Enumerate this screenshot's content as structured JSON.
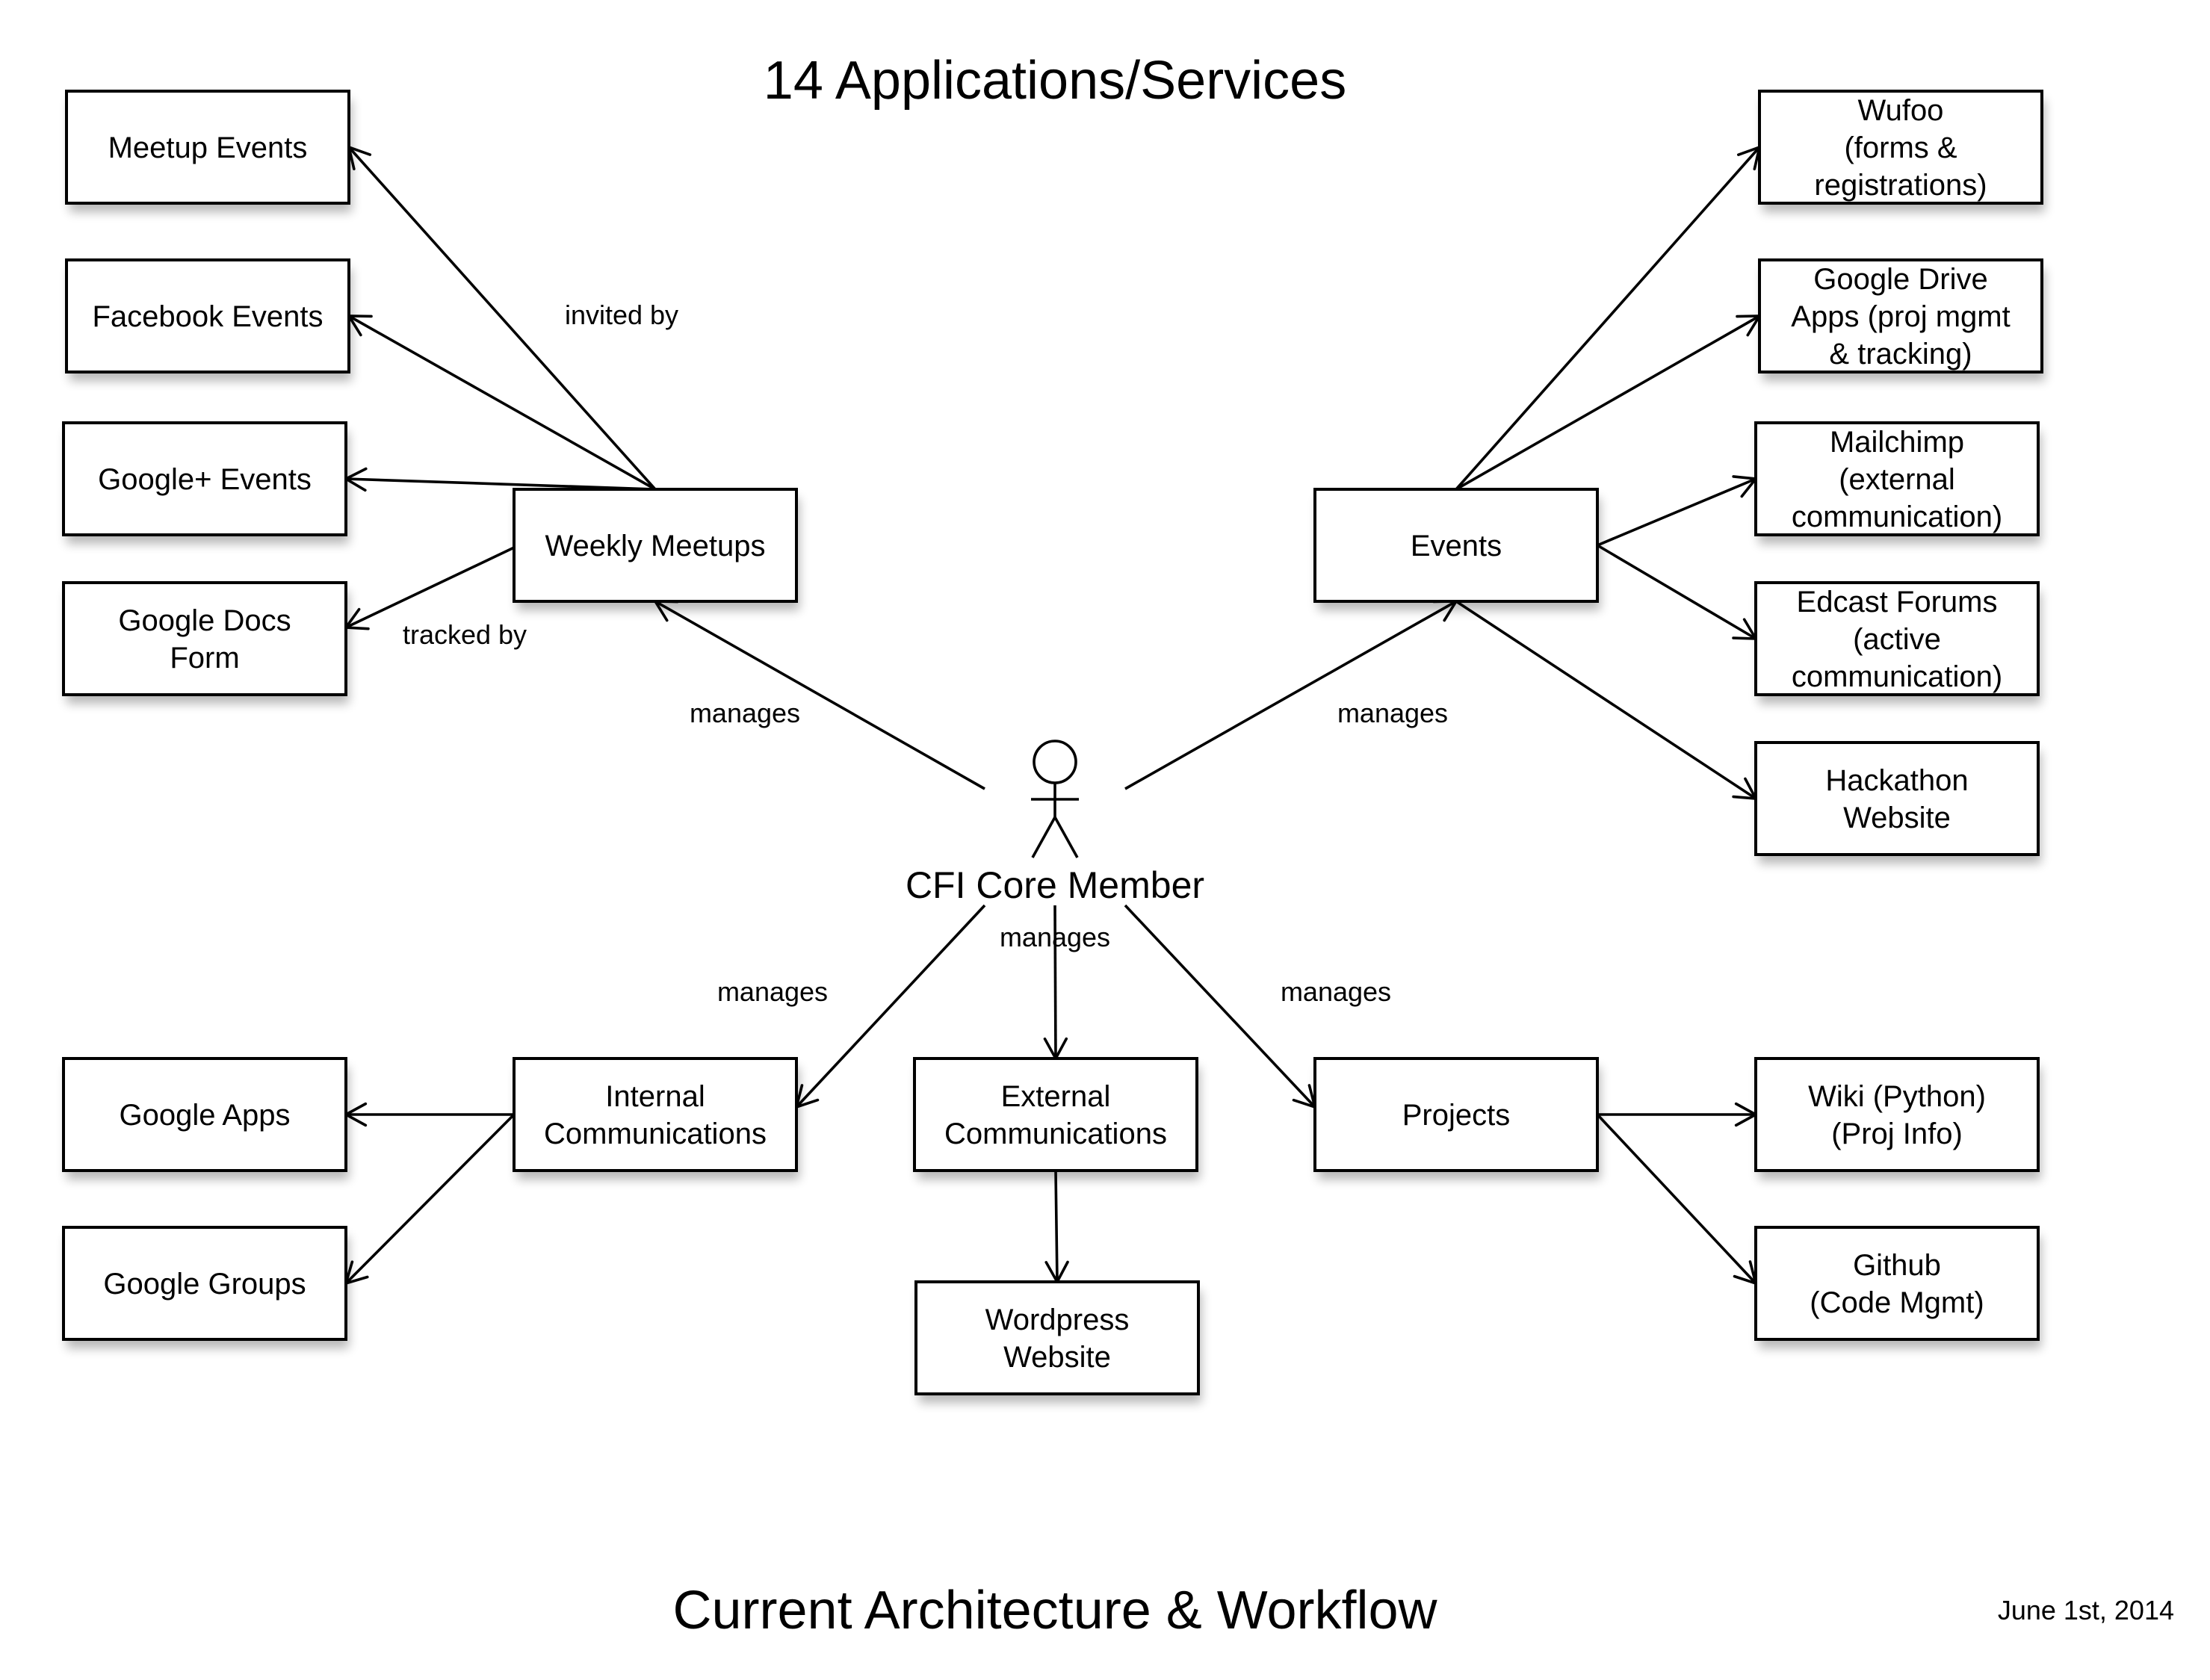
{
  "diagram": {
    "title": "14 Applications/Services",
    "subtitle": "Current Architecture & Workflow",
    "date": "June 1st, 2014",
    "actor": {
      "id": "core",
      "label": "CFI Core Member"
    },
    "nodes": [
      {
        "id": "meetup",
        "lines": [
          "Meetup Events"
        ]
      },
      {
        "id": "facebook",
        "lines": [
          "Facebook Events"
        ]
      },
      {
        "id": "gplus",
        "lines": [
          "Google+ Events"
        ]
      },
      {
        "id": "gdocs",
        "lines": [
          "Google Docs",
          "Form"
        ]
      },
      {
        "id": "weekly",
        "lines": [
          "Weekly Meetups"
        ]
      },
      {
        "id": "events",
        "lines": [
          "Events"
        ]
      },
      {
        "id": "wufoo",
        "lines": [
          "Wufoo",
          "(forms &",
          "registrations)"
        ]
      },
      {
        "id": "gdrive",
        "lines": [
          "Google Drive",
          "Apps (proj mgmt",
          "& tracking)"
        ]
      },
      {
        "id": "mailchimp",
        "lines": [
          "Mailchimp",
          "(external",
          "communication)"
        ]
      },
      {
        "id": "edcast",
        "lines": [
          "Edcast Forums",
          "(active",
          "communication)"
        ]
      },
      {
        "id": "hackathon",
        "lines": [
          "Hackathon",
          "Website"
        ]
      },
      {
        "id": "gapps",
        "lines": [
          "Google Apps"
        ]
      },
      {
        "id": "ggroups",
        "lines": [
          "Google Groups"
        ]
      },
      {
        "id": "internal",
        "lines": [
          "Internal",
          "Communications"
        ]
      },
      {
        "id": "external",
        "lines": [
          "External",
          "Communications"
        ]
      },
      {
        "id": "wordpress",
        "lines": [
          "Wordpress",
          "Website"
        ]
      },
      {
        "id": "projects",
        "lines": [
          "Projects"
        ]
      },
      {
        "id": "wiki",
        "lines": [
          "Wiki (Python)",
          "(Proj Info)"
        ]
      },
      {
        "id": "github",
        "lines": [
          "Github",
          "(Code Mgmt)"
        ]
      }
    ],
    "edges": [
      {
        "from": "weekly",
        "to": "meetup"
      },
      {
        "from": "weekly",
        "to": "facebook"
      },
      {
        "from": "weekly",
        "to": "gplus"
      },
      {
        "from": "weekly",
        "to": "gdocs"
      },
      {
        "from": "core",
        "to": "weekly"
      },
      {
        "from": "core",
        "to": "events"
      },
      {
        "from": "events",
        "to": "wufoo"
      },
      {
        "from": "events",
        "to": "gdrive"
      },
      {
        "from": "events",
        "to": "mailchimp"
      },
      {
        "from": "events",
        "to": "edcast"
      },
      {
        "from": "events",
        "to": "hackathon"
      },
      {
        "from": "core",
        "to": "internal"
      },
      {
        "from": "core",
        "to": "external"
      },
      {
        "from": "core",
        "to": "projects"
      },
      {
        "from": "internal",
        "to": "gapps"
      },
      {
        "from": "internal",
        "to": "ggroups"
      },
      {
        "from": "external",
        "to": "wordpress"
      },
      {
        "from": "projects",
        "to": "wiki"
      },
      {
        "from": "projects",
        "to": "github"
      }
    ],
    "edge_labels": {
      "invited_by": "invited by",
      "tracked_by": "tracked by",
      "manages_weekly": "manages",
      "manages_events": "manages",
      "manages_internal": "manages",
      "manages_external": "manages",
      "manages_projects": "manages"
    }
  }
}
